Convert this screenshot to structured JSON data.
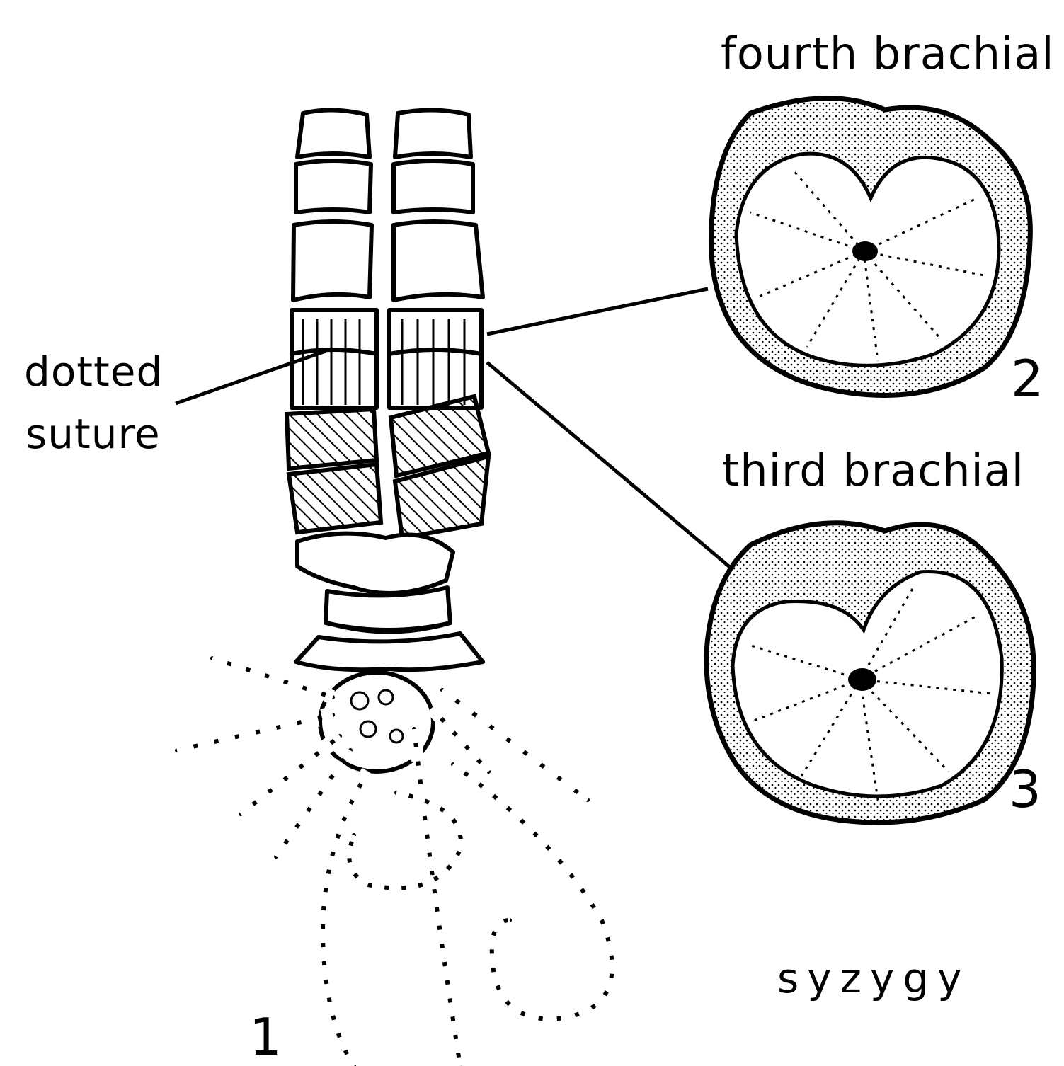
{
  "labels": {
    "fourth_brachial": "fourth brachial",
    "third_brachial": "third brachial",
    "dotted": "dotted",
    "suture": "suture",
    "syzygy": "syzygy",
    "fig1": "1",
    "fig2": "2",
    "fig3": "3"
  },
  "colors": {
    "ink": "#000000",
    "paper": "#ffffff"
  }
}
